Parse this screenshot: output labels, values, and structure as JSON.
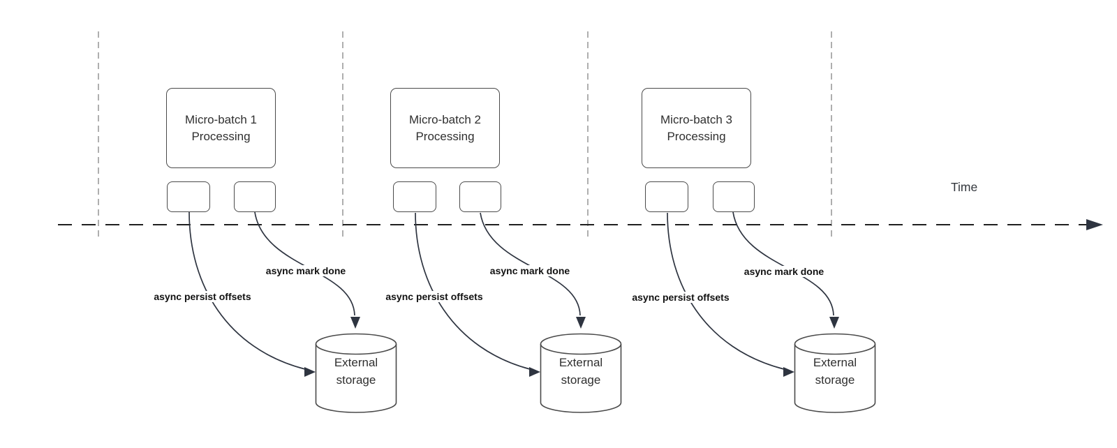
{
  "diagram": {
    "time_axis_label": "Time",
    "groups": [
      {
        "box_label": "Micro-batch 1 Processing",
        "persist_arrow_label": "async persist offsets",
        "mark_done_arrow_label": "async mark done",
        "storage_label": "External storage"
      },
      {
        "box_label": "Micro-batch 2 Processing",
        "persist_arrow_label": "async persist offsets",
        "mark_done_arrow_label": "async mark done",
        "storage_label": "External storage"
      },
      {
        "box_label": "Micro-batch 3 Processing",
        "persist_arrow_label": "async persist offsets",
        "mark_done_arrow_label": "async mark done",
        "storage_label": "External storage"
      }
    ],
    "colors": {
      "background": "#ffffff",
      "connector": "#2e3440",
      "timeline": "#1f1f1f",
      "lane_divider": "#9b9b9b",
      "shape_border": "#4a4a4a",
      "shape_text": "#2f2f2f",
      "arrow_label_text": "#111111"
    }
  }
}
